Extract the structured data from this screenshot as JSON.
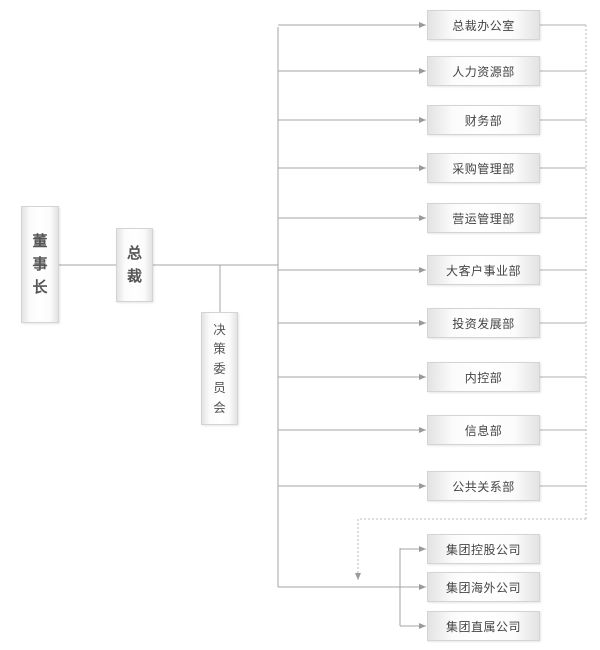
{
  "chairman": "董事长",
  "president": "总裁",
  "committee": "决策委员会",
  "departments": [
    "总裁办公室",
    "人力资源部",
    "财务部",
    "采购管理部",
    "营运管理部",
    "大客户事业部",
    "投资发展部",
    "内控部",
    "信息部",
    "公共关系部"
  ],
  "subsidiaries": [
    "集团控股公司",
    "集团海外公司",
    "集团直属公司"
  ],
  "colors": {
    "line": "#9a9a9a",
    "dotted": "#aaaaaa",
    "border": "#d4d4d4",
    "text": "#444444"
  }
}
